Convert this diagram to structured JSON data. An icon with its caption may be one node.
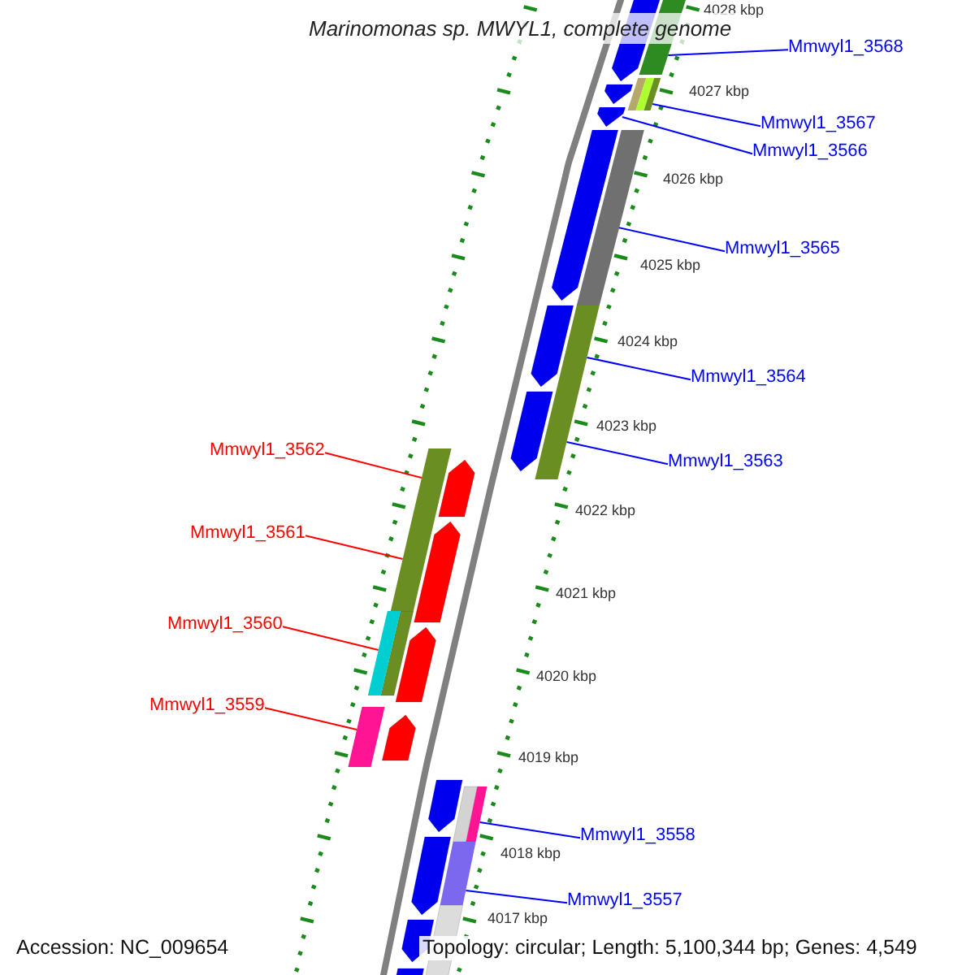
{
  "diagram": {
    "title": "Marinomonas sp. MWYL1, complete genome",
    "nodes": [
      {
        "text": [
          "Mmwyl1_3568"
        ]
      },
      {
        "text": [
          "Mmwyl1_3567"
        ]
      },
      {
        "text": [
          "Mmwyl1_3566"
        ]
      },
      {
        "text": [
          "Mmwyl1_3565"
        ]
      },
      {
        "text": [
          "Mmwyl1_3564"
        ]
      },
      {
        "text": [
          "Mmwyl1_3563"
        ]
      },
      {
        "text": [
          "Mmwyl1_3562"
        ]
      },
      {
        "text": [
          "Mmwyl1_3561"
        ]
      },
      {
        "text": [
          "Mmwyl1_3560"
        ]
      },
      {
        "text": [
          "Mmwyl1_3559"
        ]
      },
      {
        "text": [
          "Mmwyl1_3558"
        ]
      },
      {
        "text": [
          "Mmwyl1_3557"
        ]
      },
      {
        "text": [],
        "shape": "bar"
      },
      {
        "text": [],
        "shape": "bar"
      },
      {
        "text": [],
        "shape": "arrow"
      },
      {
        "text": [],
        "shape": "bar"
      },
      {
        "text": [],
        "shape": "bar"
      },
      {
        "text": [],
        "shape": "bar"
      },
      {
        "text": [],
        "shape": "bar"
      },
      {
        "text": [],
        "shape": "bar"
      },
      {
        "text": [],
        "shape": "bar"
      },
      {
        "text": [],
        "shape": "bar"
      },
      {
        "text": [],
        "shape": "bar"
      },
      {
        "text": [],
        "shape": "bar"
      },
      {
        "text": [],
        "shape": "arrow"
      }
    ],
    "edges": [
      {
        "from": 0,
        "to": 12,
        "arrow": "none"
      },
      {
        "from": 1,
        "to": 13,
        "arrow": "none"
      },
      {
        "from": 2,
        "to": 14,
        "arrow": "none"
      },
      {
        "from": 3,
        "to": 15,
        "arrow": "none"
      },
      {
        "from": 4,
        "to": 16,
        "arrow": "none"
      },
      {
        "from": 5,
        "to": 17,
        "arrow": "none"
      },
      {
        "from": 6,
        "to": 18,
        "arrow": "none",
        "color": "#ff0000"
      },
      {
        "from": 7,
        "to": 19,
        "arrow": "none",
        "color": "#ff0000"
      },
      {
        "from": 8,
        "to": 20,
        "arrow": "none",
        "color": "#ff0000"
      },
      {
        "from": 9,
        "to": 21,
        "arrow": "none",
        "color": "#ff0000"
      },
      {
        "from": 10,
        "to": 22,
        "arrow": "none"
      },
      {
        "from": 11,
        "to": 23,
        "arrow": "none"
      }
    ],
    "labels": [
      "4028 kbp",
      "4027 kbp",
      "4026 kbp",
      "4025 kbp",
      "4024 kbp",
      "4023 kbp",
      "4022 kbp",
      "4021 kbp",
      "4020 kbp",
      "4019 kbp",
      "4018 kbp",
      "4017 kbp",
      "Accession: NC_009654",
      "Topology: circular; Length: 5,100,344 bp; Genes: 4,549"
    ]
  }
}
